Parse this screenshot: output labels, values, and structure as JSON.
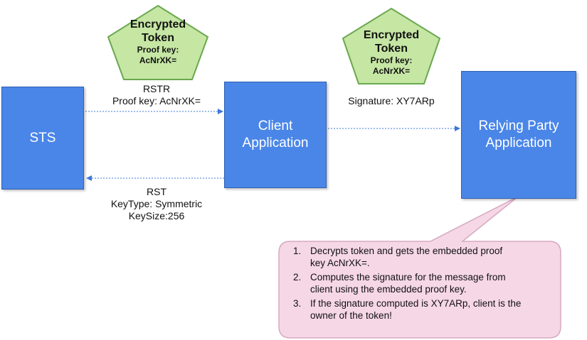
{
  "sts": {
    "label": "STS"
  },
  "client": {
    "line1": "Client",
    "line2": "Application"
  },
  "relying_party": {
    "line1": "Relying Party",
    "line2": "Application"
  },
  "token_left": {
    "title1": "Encrypted",
    "title2": "Token",
    "proof_label": "Proof key:",
    "proof_value": "AcNrXK="
  },
  "token_right": {
    "title1": "Encrypted",
    "title2": "Token",
    "proof_label": "Proof key:",
    "proof_value": "AcNrXK="
  },
  "rstr": {
    "line1": "RSTR",
    "line2": "Proof key: AcNrXK="
  },
  "rst": {
    "line1": "RST",
    "line2": "KeyType: Symmetric",
    "line3": "KeySize:256"
  },
  "signature": {
    "label": "Signature: XY7ARp"
  },
  "callout": {
    "steps": [
      {
        "num": "1.",
        "line1": "Decrypts token and gets the embedded proof",
        "line2": "key AcNrXK=."
      },
      {
        "num": "2.",
        "line1": "Computes the signature for the message from",
        "line2": "client using the embedded proof key."
      },
      {
        "num": "3.",
        "line1": "If the signature computed is XY7ARp, client is the",
        "line2": "owner of the token!"
      }
    ]
  },
  "colors": {
    "box_fill": "#4a86e8",
    "pentagon_fill": "#c6e6a4",
    "pentagon_stroke": "#6aa84f",
    "callout_fill": "#f6d7e6",
    "callout_stroke": "#d7a9c0",
    "arrow": "#3c78d8"
  }
}
